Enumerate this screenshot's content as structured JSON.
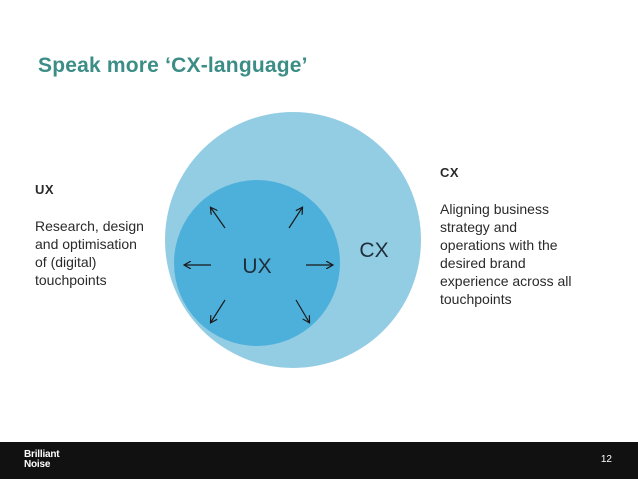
{
  "slide": {
    "title": "Speak more ‘CX-language’"
  },
  "ux_text": {
    "heading": "UX",
    "lines": [
      "Research, design",
      "and optimisation",
      "of (digital)",
      "touchpoints"
    ]
  },
  "cx_text": {
    "heading": "CX",
    "lines": [
      "Aligning business",
      "strategy and",
      "operations with the",
      "desired brand",
      "experience across all",
      "touchpoints"
    ]
  },
  "diagram": {
    "inner_label": "UX",
    "outer_label": "CX",
    "colors": {
      "outer_circle": "#93cde4",
      "inner_circle": "#4db0da",
      "arrows": "#1a1a1a",
      "title": "#3b8d86"
    }
  },
  "footer": {
    "logo_line1": "Brilliant",
    "logo_line2": "Noise",
    "page_number": "12"
  }
}
